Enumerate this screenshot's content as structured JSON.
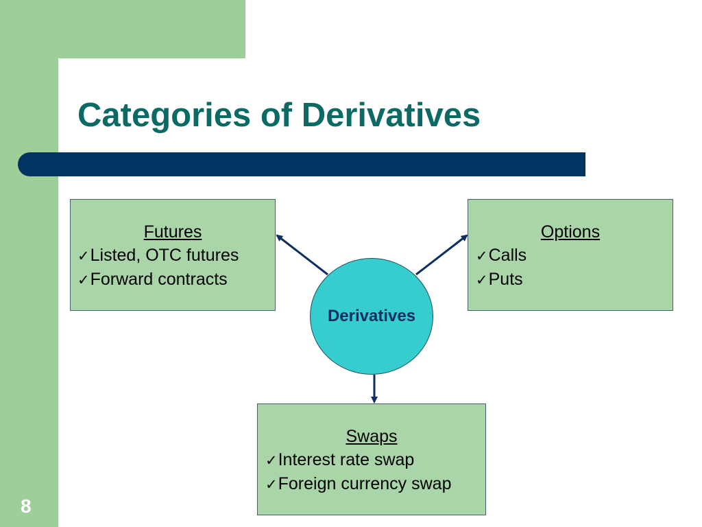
{
  "slide": {
    "title": "Categories of Derivatives",
    "page_number": "8",
    "colors": {
      "title": "#0b6a63",
      "accent_bar": "#023462",
      "background_green": "#9ecf98",
      "box_fill": "#aad5a8",
      "center_fill": "#36cdcf",
      "center_text": "#0b2e63",
      "arrow": "#0b2e63"
    }
  },
  "diagram": {
    "center": {
      "label": "Derivatives"
    },
    "check_icon": "checkmark-icon",
    "categories": [
      {
        "heading": "Futures",
        "items": [
          "Listed, OTC futures",
          "Forward contracts"
        ]
      },
      {
        "heading": "Options",
        "items": [
          "Calls",
          "Puts"
        ]
      },
      {
        "heading": "Swaps",
        "items": [
          "Interest rate swap",
          "Foreign currency swap"
        ]
      }
    ]
  }
}
